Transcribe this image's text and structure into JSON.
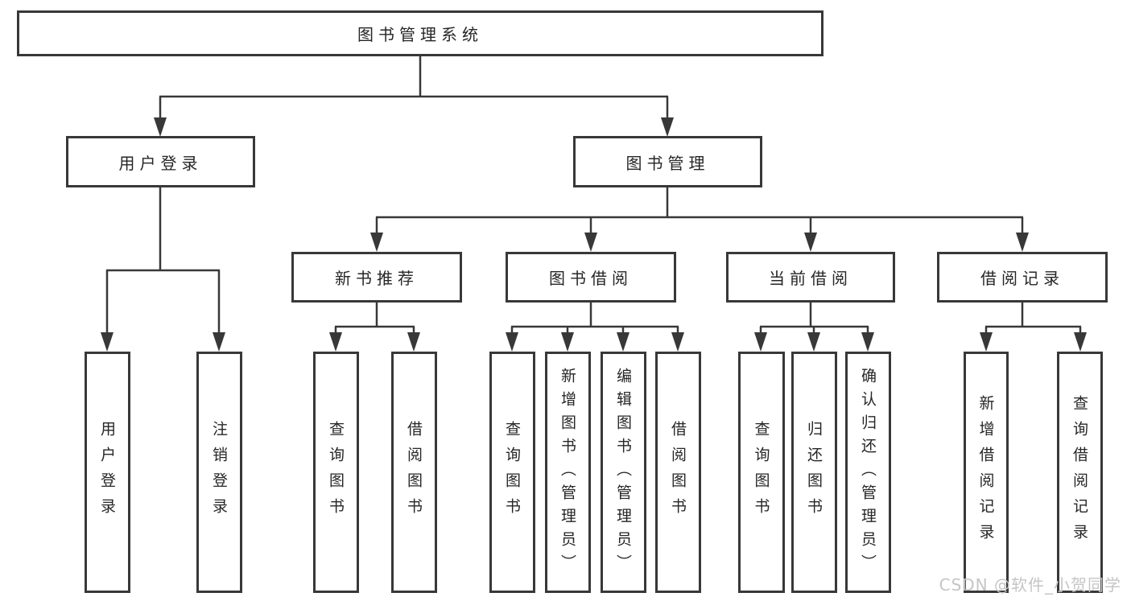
{
  "tree": {
    "label": "图书管理系统",
    "children": [
      {
        "label": "用户登录",
        "children": [
          {
            "label": "用户登录"
          },
          {
            "label": "注销登录"
          }
        ]
      },
      {
        "label": "图书管理",
        "children": [
          {
            "label": "新书推荐",
            "children": [
              {
                "label": "查询图书"
              },
              {
                "label": "借阅图书"
              }
            ]
          },
          {
            "label": "图书借阅",
            "children": [
              {
                "label": "查询图书"
              },
              {
                "label": "新增图书（管理员）"
              },
              {
                "label": "编辑图书（管理员）"
              },
              {
                "label": "借阅图书"
              }
            ]
          },
          {
            "label": "当前借阅",
            "children": [
              {
                "label": "查询图书"
              },
              {
                "label": "归还图书"
              },
              {
                "label": "确认归还（管理员）"
              }
            ]
          },
          {
            "label": "借阅记录",
            "children": [
              {
                "label": "新增借阅记录"
              },
              {
                "label": "查询借阅记录"
              }
            ]
          }
        ]
      }
    ]
  },
  "watermark": {
    "text": "CSDN @软件_小贺同学"
  },
  "colors": {
    "line": "#383838",
    "box_border": "#383838",
    "text": "#262626",
    "watermark": "#c5c5c5",
    "background": "#ffffff"
  }
}
